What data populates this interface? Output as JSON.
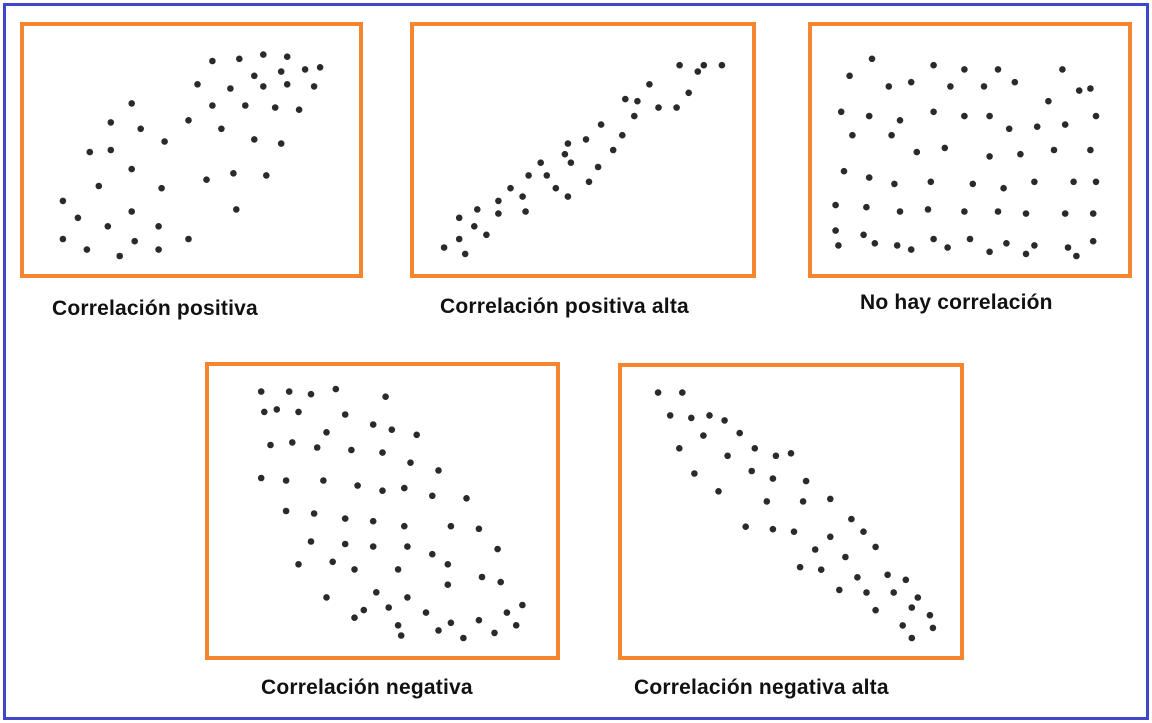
{
  "accent": {
    "border": "#3f46c8",
    "panel_border": "#f5852e",
    "dot": "#2a2a2a"
  },
  "panels": [
    {
      "caption": "Correlación positiva",
      "points": [
        [
          0.57,
          0.08
        ],
        [
          0.66,
          0.07
        ],
        [
          0.74,
          0.05
        ],
        [
          0.82,
          0.06
        ],
        [
          0.88,
          0.12
        ],
        [
          0.93,
          0.11
        ],
        [
          0.71,
          0.15
        ],
        [
          0.8,
          0.13
        ],
        [
          0.52,
          0.19
        ],
        [
          0.63,
          0.21
        ],
        [
          0.74,
          0.2
        ],
        [
          0.82,
          0.19
        ],
        [
          0.91,
          0.2
        ],
        [
          0.3,
          0.28
        ],
        [
          0.57,
          0.29
        ],
        [
          0.68,
          0.29
        ],
        [
          0.78,
          0.3
        ],
        [
          0.86,
          0.31
        ],
        [
          0.23,
          0.37
        ],
        [
          0.33,
          0.4
        ],
        [
          0.49,
          0.36
        ],
        [
          0.6,
          0.4
        ],
        [
          0.71,
          0.45
        ],
        [
          0.8,
          0.47
        ],
        [
          0.16,
          0.51
        ],
        [
          0.23,
          0.5
        ],
        [
          0.41,
          0.46
        ],
        [
          0.3,
          0.59
        ],
        [
          0.64,
          0.61
        ],
        [
          0.75,
          0.62
        ],
        [
          0.19,
          0.67
        ],
        [
          0.4,
          0.68
        ],
        [
          0.55,
          0.64
        ],
        [
          0.07,
          0.74
        ],
        [
          0.12,
          0.82
        ],
        [
          0.22,
          0.86
        ],
        [
          0.3,
          0.79
        ],
        [
          0.39,
          0.86
        ],
        [
          0.65,
          0.78
        ],
        [
          0.07,
          0.92
        ],
        [
          0.15,
          0.97
        ],
        [
          0.26,
          1.0
        ],
        [
          0.31,
          0.93
        ],
        [
          0.39,
          0.97
        ],
        [
          0.49,
          0.92
        ]
      ]
    },
    {
      "caption": "Correlación positiva alta",
      "points": [
        [
          0.82,
          0.1
        ],
        [
          0.9,
          0.1
        ],
        [
          0.96,
          0.1
        ],
        [
          0.88,
          0.13
        ],
        [
          0.72,
          0.19
        ],
        [
          0.85,
          0.23
        ],
        [
          0.64,
          0.26
        ],
        [
          0.68,
          0.27
        ],
        [
          0.75,
          0.3
        ],
        [
          0.81,
          0.3
        ],
        [
          0.67,
          0.34
        ],
        [
          0.56,
          0.38
        ],
        [
          0.63,
          0.43
        ],
        [
          0.51,
          0.45
        ],
        [
          0.6,
          0.5
        ],
        [
          0.45,
          0.47
        ],
        [
          0.44,
          0.52
        ],
        [
          0.36,
          0.56
        ],
        [
          0.46,
          0.56
        ],
        [
          0.55,
          0.58
        ],
        [
          0.38,
          0.62
        ],
        [
          0.32,
          0.62
        ],
        [
          0.52,
          0.65
        ],
        [
          0.26,
          0.68
        ],
        [
          0.41,
          0.68
        ],
        [
          0.3,
          0.72
        ],
        [
          0.22,
          0.74
        ],
        [
          0.45,
          0.72
        ],
        [
          0.15,
          0.78
        ],
        [
          0.31,
          0.79
        ],
        [
          0.22,
          0.8
        ],
        [
          0.09,
          0.82
        ],
        [
          0.14,
          0.86
        ],
        [
          0.18,
          0.9
        ],
        [
          0.09,
          0.92
        ],
        [
          0.04,
          0.96
        ],
        [
          0.11,
          0.99
        ]
      ]
    },
    {
      "caption": "No hay correlación",
      "points": [
        [
          0.15,
          0.07
        ],
        [
          0.37,
          0.1
        ],
        [
          0.48,
          0.12
        ],
        [
          0.6,
          0.12
        ],
        [
          0.83,
          0.12
        ],
        [
          0.07,
          0.15
        ],
        [
          0.21,
          0.2
        ],
        [
          0.29,
          0.18
        ],
        [
          0.43,
          0.2
        ],
        [
          0.55,
          0.2
        ],
        [
          0.66,
          0.18
        ],
        [
          0.78,
          0.27
        ],
        [
          0.93,
          0.21
        ],
        [
          0.89,
          0.22
        ],
        [
          0.04,
          0.32
        ],
        [
          0.14,
          0.34
        ],
        [
          0.25,
          0.36
        ],
        [
          0.37,
          0.32
        ],
        [
          0.48,
          0.34
        ],
        [
          0.57,
          0.34
        ],
        [
          0.64,
          0.4
        ],
        [
          0.74,
          0.39
        ],
        [
          0.84,
          0.38
        ],
        [
          0.95,
          0.34
        ],
        [
          0.08,
          0.43
        ],
        [
          0.22,
          0.43
        ],
        [
          0.31,
          0.51
        ],
        [
          0.41,
          0.49
        ],
        [
          0.57,
          0.53
        ],
        [
          0.68,
          0.52
        ],
        [
          0.8,
          0.5
        ],
        [
          0.93,
          0.5
        ],
        [
          0.05,
          0.6
        ],
        [
          0.14,
          0.63
        ],
        [
          0.23,
          0.66
        ],
        [
          0.36,
          0.65
        ],
        [
          0.51,
          0.66
        ],
        [
          0.62,
          0.68
        ],
        [
          0.73,
          0.65
        ],
        [
          0.87,
          0.65
        ],
        [
          0.95,
          0.65
        ],
        [
          0.02,
          0.76
        ],
        [
          0.13,
          0.77
        ],
        [
          0.25,
          0.79
        ],
        [
          0.35,
          0.78
        ],
        [
          0.48,
          0.79
        ],
        [
          0.6,
          0.79
        ],
        [
          0.7,
          0.8
        ],
        [
          0.84,
          0.8
        ],
        [
          0.94,
          0.8
        ],
        [
          0.02,
          0.88
        ],
        [
          0.12,
          0.9
        ],
        [
          0.24,
          0.95
        ],
        [
          0.37,
          0.92
        ],
        [
          0.5,
          0.92
        ],
        [
          0.63,
          0.94
        ],
        [
          0.73,
          0.95
        ],
        [
          0.85,
          0.96
        ],
        [
          0.94,
          0.93
        ],
        [
          0.03,
          0.95
        ],
        [
          0.16,
          0.94
        ],
        [
          0.29,
          0.97
        ],
        [
          0.42,
          0.96
        ],
        [
          0.57,
          0.98
        ],
        [
          0.7,
          0.99
        ],
        [
          0.88,
          1.0
        ]
      ]
    },
    {
      "caption": "Correlación negativa",
      "points": [
        [
          0.11,
          0.03
        ],
        [
          0.2,
          0.03
        ],
        [
          0.27,
          0.04
        ],
        [
          0.35,
          0.02
        ],
        [
          0.51,
          0.05
        ],
        [
          0.16,
          0.1
        ],
        [
          0.12,
          0.11
        ],
        [
          0.23,
          0.11
        ],
        [
          0.38,
          0.12
        ],
        [
          0.32,
          0.19
        ],
        [
          0.47,
          0.16
        ],
        [
          0.53,
          0.18
        ],
        [
          0.61,
          0.2
        ],
        [
          0.14,
          0.24
        ],
        [
          0.21,
          0.23
        ],
        [
          0.29,
          0.25
        ],
        [
          0.4,
          0.26
        ],
        [
          0.5,
          0.27
        ],
        [
          0.59,
          0.31
        ],
        [
          0.68,
          0.34
        ],
        [
          0.11,
          0.37
        ],
        [
          0.19,
          0.38
        ],
        [
          0.31,
          0.38
        ],
        [
          0.42,
          0.4
        ],
        [
          0.5,
          0.42
        ],
        [
          0.57,
          0.41
        ],
        [
          0.66,
          0.44
        ],
        [
          0.77,
          0.45
        ],
        [
          0.19,
          0.5
        ],
        [
          0.28,
          0.51
        ],
        [
          0.38,
          0.53
        ],
        [
          0.47,
          0.54
        ],
        [
          0.57,
          0.56
        ],
        [
          0.72,
          0.56
        ],
        [
          0.81,
          0.57
        ],
        [
          0.27,
          0.62
        ],
        [
          0.38,
          0.63
        ],
        [
          0.47,
          0.64
        ],
        [
          0.58,
          0.64
        ],
        [
          0.66,
          0.67
        ],
        [
          0.87,
          0.65
        ],
        [
          0.23,
          0.71
        ],
        [
          0.34,
          0.7
        ],
        [
          0.41,
          0.73
        ],
        [
          0.55,
          0.73
        ],
        [
          0.71,
          0.71
        ],
        [
          0.82,
          0.76
        ],
        [
          0.32,
          0.84
        ],
        [
          0.48,
          0.82
        ],
        [
          0.58,
          0.84
        ],
        [
          0.71,
          0.79
        ],
        [
          0.88,
          0.78
        ],
        [
          0.44,
          0.89
        ],
        [
          0.52,
          0.88
        ],
        [
          0.64,
          0.9
        ],
        [
          0.72,
          0.94
        ],
        [
          0.81,
          0.93
        ],
        [
          0.9,
          0.9
        ],
        [
          0.95,
          0.87
        ],
        [
          0.41,
          0.92
        ],
        [
          0.55,
          0.95
        ],
        [
          0.68,
          0.97
        ],
        [
          0.76,
          1.0
        ],
        [
          0.86,
          0.98
        ],
        [
          0.93,
          0.95
        ],
        [
          0.56,
          0.99
        ]
      ]
    },
    {
      "caption": "Correlación negativa alta",
      "points": [
        [
          0.06,
          0.03
        ],
        [
          0.14,
          0.03
        ],
        [
          0.1,
          0.12
        ],
        [
          0.17,
          0.13
        ],
        [
          0.23,
          0.12
        ],
        [
          0.28,
          0.14
        ],
        [
          0.21,
          0.2
        ],
        [
          0.33,
          0.19
        ],
        [
          0.13,
          0.25
        ],
        [
          0.29,
          0.28
        ],
        [
          0.38,
          0.25
        ],
        [
          0.45,
          0.28
        ],
        [
          0.5,
          0.27
        ],
        [
          0.18,
          0.35
        ],
        [
          0.37,
          0.34
        ],
        [
          0.44,
          0.37
        ],
        [
          0.55,
          0.38
        ],
        [
          0.26,
          0.42
        ],
        [
          0.42,
          0.46
        ],
        [
          0.54,
          0.46
        ],
        [
          0.63,
          0.45
        ],
        [
          0.7,
          0.53
        ],
        [
          0.35,
          0.56
        ],
        [
          0.44,
          0.57
        ],
        [
          0.51,
          0.58
        ],
        [
          0.63,
          0.6
        ],
        [
          0.74,
          0.58
        ],
        [
          0.58,
          0.65
        ],
        [
          0.68,
          0.68
        ],
        [
          0.78,
          0.64
        ],
        [
          0.53,
          0.72
        ],
        [
          0.6,
          0.73
        ],
        [
          0.72,
          0.76
        ],
        [
          0.82,
          0.75
        ],
        [
          0.88,
          0.77
        ],
        [
          0.66,
          0.81
        ],
        [
          0.75,
          0.82
        ],
        [
          0.84,
          0.82
        ],
        [
          0.92,
          0.84
        ],
        [
          0.78,
          0.89
        ],
        [
          0.9,
          0.88
        ],
        [
          0.96,
          0.91
        ],
        [
          0.87,
          0.95
        ],
        [
          0.97,
          0.96
        ],
        [
          0.9,
          1.0
        ]
      ]
    }
  ]
}
